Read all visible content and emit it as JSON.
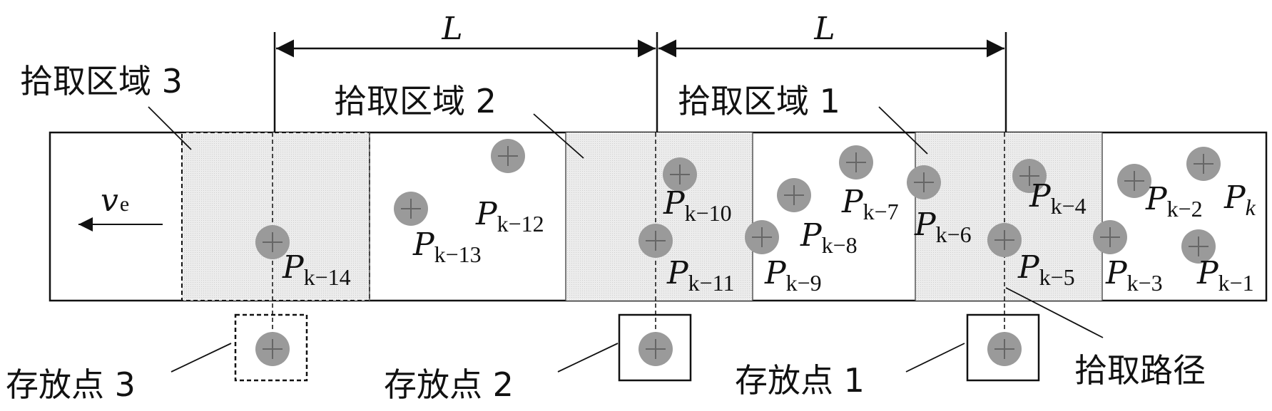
{
  "dimension_label": "L",
  "velocity": {
    "symbol": "v",
    "subscript": "e"
  },
  "regions": {
    "r1": "拾取区域 1",
    "r2": "拾取区域 2",
    "r3": "拾取区域 3"
  },
  "storage": {
    "s1": "存放点 1",
    "s2": "存放点 2",
    "s3": "存放点 3"
  },
  "path_label": "拾取路径",
  "points": {
    "p_k": {
      "base": "P",
      "sub": "k"
    },
    "p_k1": {
      "base": "P",
      "sub": "k−1"
    },
    "p_k2": {
      "base": "P",
      "sub": "k−2"
    },
    "p_k3": {
      "base": "P",
      "sub": "k−3"
    },
    "p_k4": {
      "base": "P",
      "sub": "k−4"
    },
    "p_k5": {
      "base": "P",
      "sub": "k−5"
    },
    "p_k6": {
      "base": "P",
      "sub": "k−6"
    },
    "p_k7": {
      "base": "P",
      "sub": "k−7"
    },
    "p_k8": {
      "base": "P",
      "sub": "k−8"
    },
    "p_k9": {
      "base": "P",
      "sub": "k−9"
    },
    "p_k10": {
      "base": "P",
      "sub": "k−10"
    },
    "p_k11": {
      "base": "P",
      "sub": "k−11"
    },
    "p_k12": {
      "base": "P",
      "sub": "k−12"
    },
    "p_k13": {
      "base": "P",
      "sub": "k−13"
    },
    "p_k14": {
      "base": "P",
      "sub": "k−14"
    }
  }
}
